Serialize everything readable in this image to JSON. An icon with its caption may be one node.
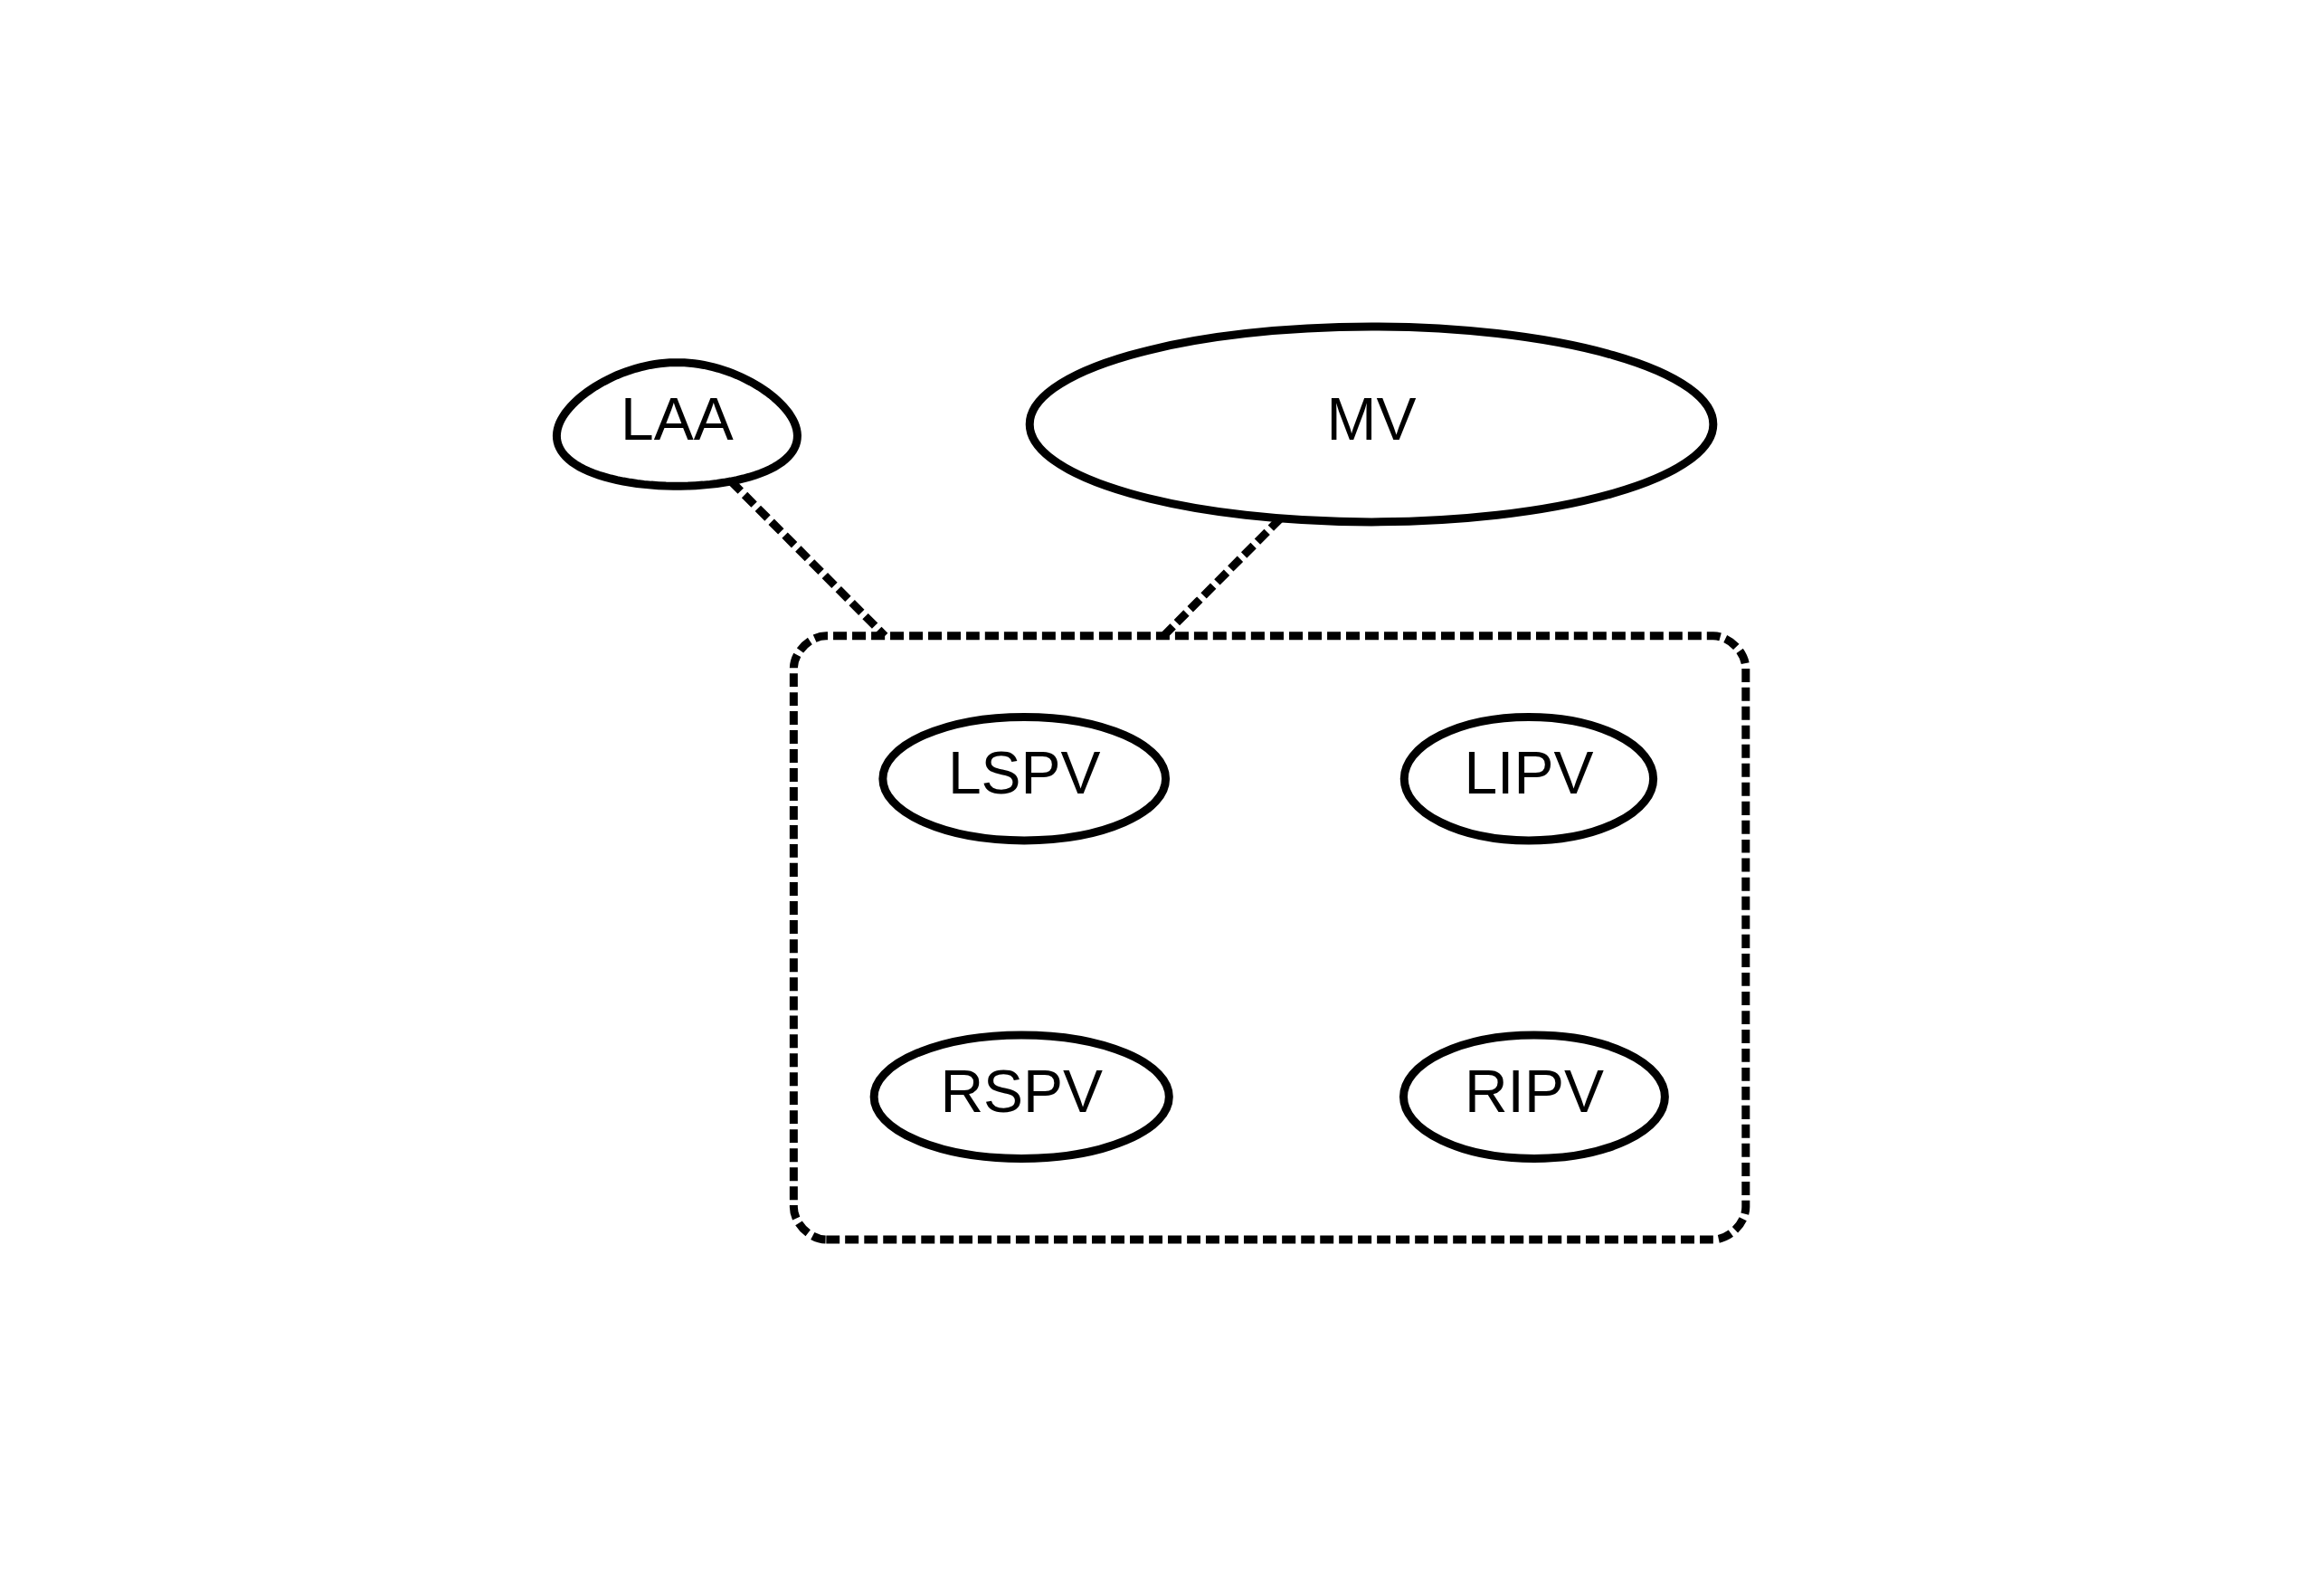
{
  "diagram": {
    "nodes": [
      {
        "text": [
          "LAA"
        ]
      },
      {
        "text": [
          "MV"
        ]
      },
      {
        "text": [],
        "shape": "ellipse"
      },
      {
        "text": [
          "LSPV"
        ],
        "in": 2
      },
      {
        "text": [
          "LIPV"
        ],
        "in": 2
      },
      {
        "text": [
          "RSPV"
        ],
        "in": 2
      },
      {
        "text": [
          "RIPV"
        ],
        "in": 2
      }
    ],
    "edges": [
      {
        "from": 0,
        "to": 2,
        "arrow": "none",
        "style": "dashed"
      },
      {
        "from": 1,
        "to": 2,
        "arrow": "none",
        "style": "dashed"
      }
    ]
  }
}
